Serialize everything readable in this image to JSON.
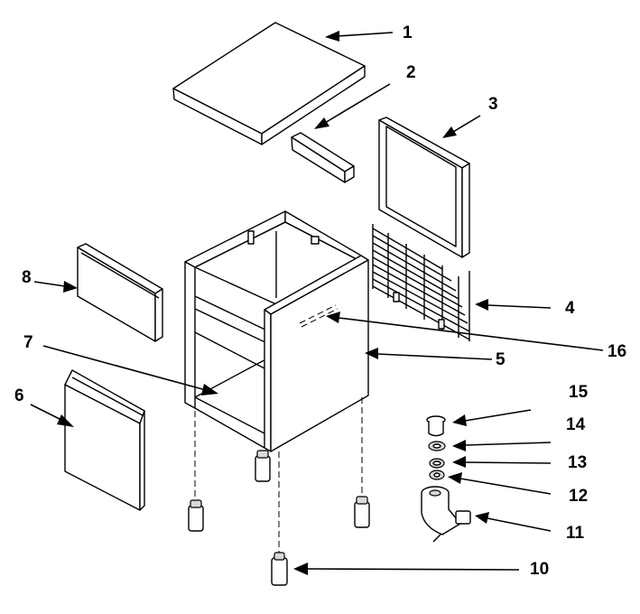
{
  "labels": {
    "l1": "1",
    "l2": "2",
    "l3": "3",
    "l4": "4",
    "l5": "5",
    "l6": "6",
    "l7": "7",
    "l8": "8",
    "l10": "10",
    "l11": "11",
    "l12": "12",
    "l13": "13",
    "l14": "14",
    "l15": "15",
    "l16": "16"
  }
}
